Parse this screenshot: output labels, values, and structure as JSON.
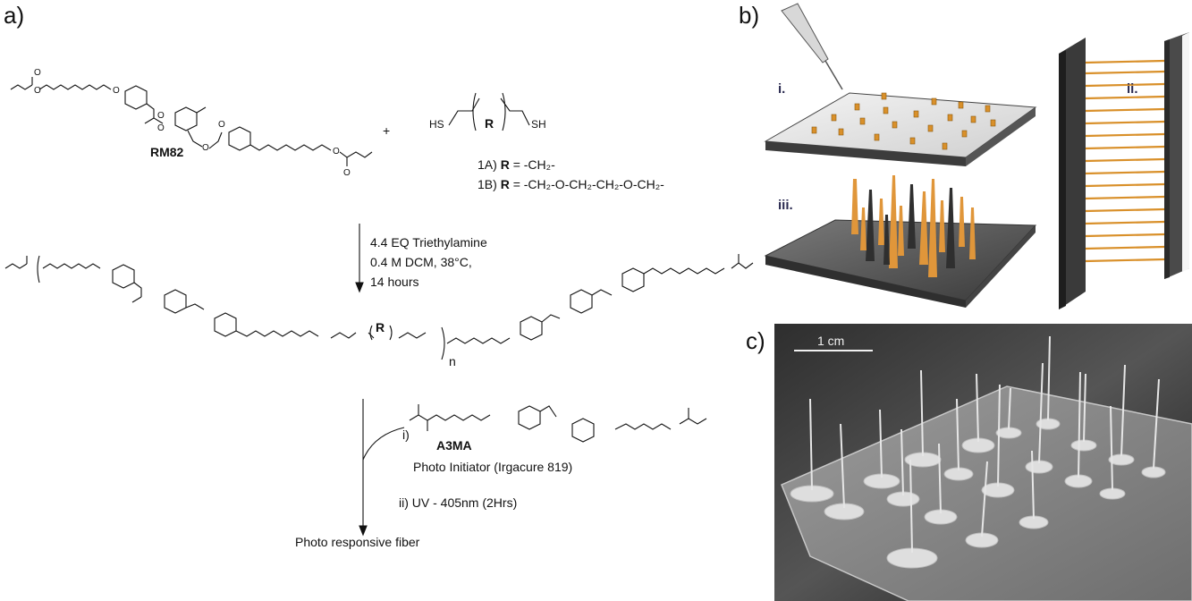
{
  "panels": {
    "a": "a)",
    "b": "b)",
    "c": "c)"
  },
  "reactants": {
    "rm82": "RM82",
    "plus": "+",
    "thiol_left": "HS",
    "thiol_right": "SH",
    "r_group": "R",
    "option_a_prefix": "1A) ",
    "option_a_r": "R",
    "option_a_value": " =  -CH₂-",
    "option_b_prefix": "1B) ",
    "option_b_r": "R",
    "option_b_value": " =  -CH₂-O-CH₂-CH₂-O-CH₂-"
  },
  "conditions": {
    "line1": "4.4 EQ Triethylamine",
    "line2": "0.4 M DCM, 38°C,",
    "line3": "14 hours"
  },
  "oligomer": {
    "r_group": "R",
    "repeat": "n"
  },
  "step2": {
    "step_i": "i)",
    "a3ma": "A3MA",
    "initiator": "Photo Initiator (Irgacure 819)",
    "step_ii": "ii) UV - 405nm  (2Hrs)",
    "product": "Photo responsive fiber"
  },
  "panel_b": {
    "i": "i.",
    "ii": "ii.",
    "iii": "iii."
  },
  "panel_c": {
    "scale_bar": "1 cm"
  }
}
